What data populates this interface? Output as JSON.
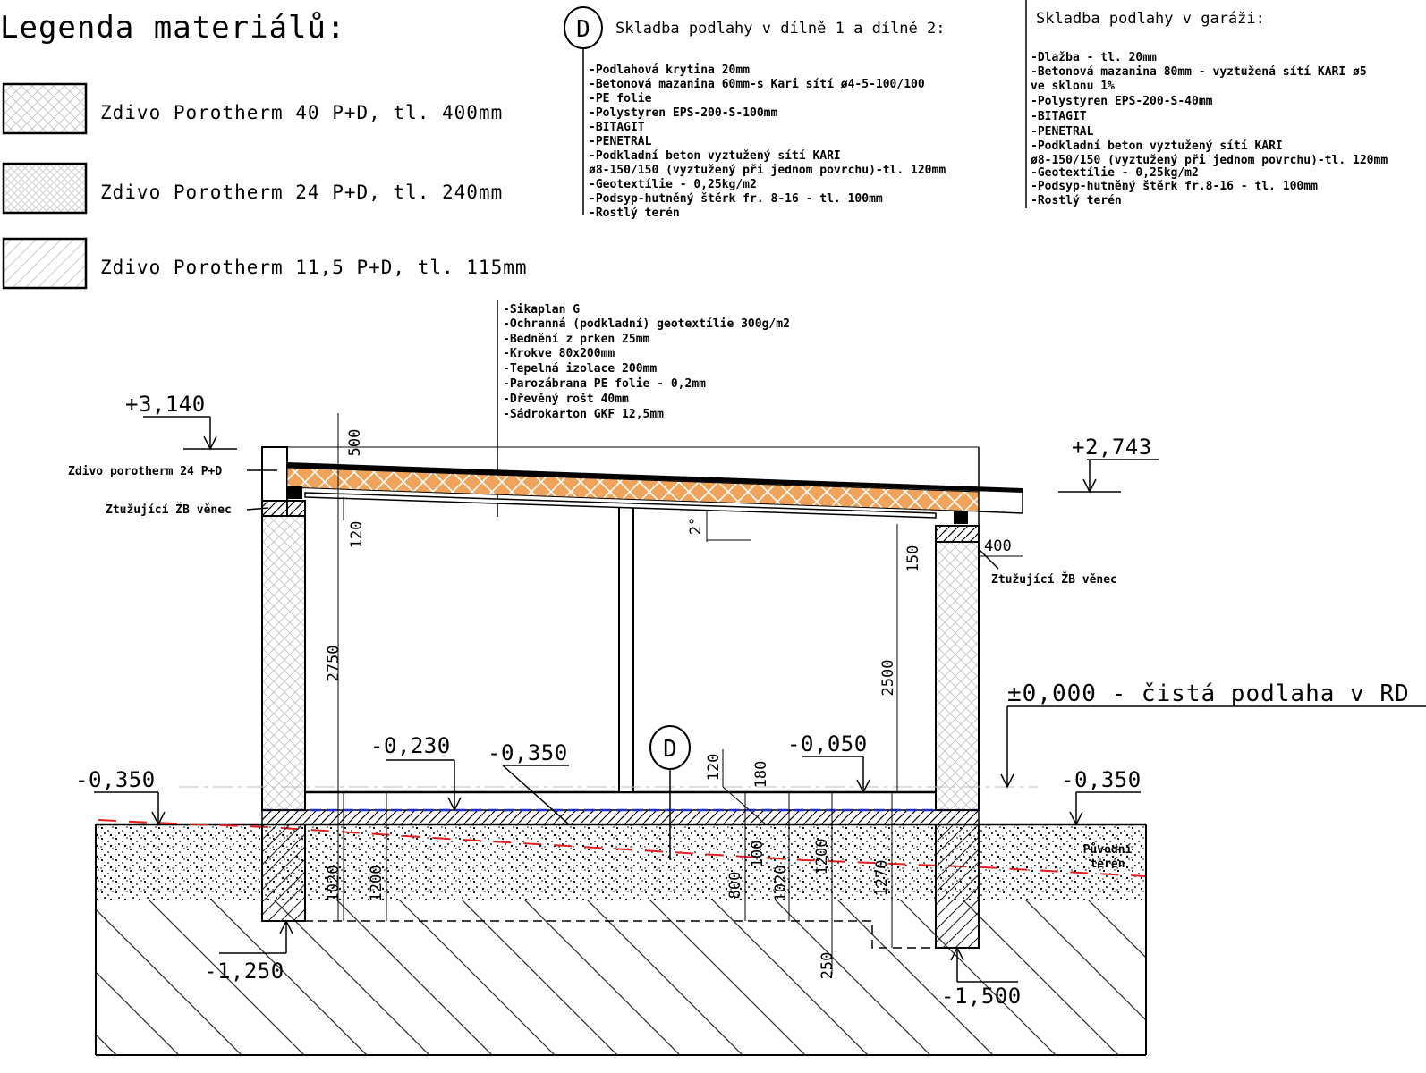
{
  "legend": {
    "title": "Legenda materiálů:",
    "items": [
      {
        "label": "Zdivo Porotherm 40 P+D, tl. 400mm"
      },
      {
        "label": "Zdivo Porotherm 24 P+D, tl. 240mm"
      },
      {
        "label": "Zdivo Porotherm 11,5 P+D, tl. 115mm"
      }
    ]
  },
  "floor_workshop": {
    "marker": "D",
    "title": "Skladba podlahy v dílně 1 a dílně 2:",
    "layers": [
      "-Podlahová krytina 20mm",
      "-Betonová mazanina 60mm-s Kari sítí ø4-5-100/100",
      "-PE folie",
      "-Polystyren EPS-200-S-100mm",
      "-BITAGIT",
      "-PENETRAL",
      "-Podkladní beton vyztužený sítí KARI",
      " ø8-150/150 (vyztužený při jednom povrchu)-tl. 120mm",
      "-Geotextílie - 0,25kg/m2",
      "-Podsyp-hutněný štěrk fr. 8-16 - tl. 100mm",
      "-Rostlý terén"
    ]
  },
  "floor_garage": {
    "title": "Skladba podlahy v garáži:",
    "layers": [
      "-Dlažba - tl. 20mm",
      "-Betonová mazanina 80mm - vyztužená sítí KARI ø5",
      " ve sklonu 1%",
      "-Polystyren EPS-200-S-40mm",
      "-BITAGIT",
      "-PENETRAL",
      "-Podkladní beton vyztužený sítí KARI",
      " ø8-150/150 (vyztužený při jednom povrchu)-tl. 120mm",
      "-Geotextílie - 0,25kg/m2",
      "-Podsyp-hutněný štěrk fr.8-16 - tl. 100mm",
      "-Rostlý terén"
    ]
  },
  "roof": {
    "layers": [
      "-Sikaplan G",
      "-Ochranná (podkladní) geotextílie 300g/m2",
      "-Bednění z prken 25mm",
      "-Krokve 80x200mm",
      "-Tepelná izolace 200mm",
      "-Parozábrana PE folie - 0,2mm",
      "-Dřevěný rošt 40mm",
      "-Sádrokarton GKF 12,5mm"
    ]
  },
  "labels": {
    "wall_left": "Zdivo porotherm 24 P+D",
    "ring_beam_left": "Ztužující ŽB věnec",
    "ring_beam_right": "Ztužující ŽB věnec",
    "clean_floor": "±0,000 - čistá podlaha v RD",
    "original_terrain": [
      "Původní",
      "terén"
    ],
    "section_marker": "D",
    "slope": "2°"
  },
  "elevations": {
    "top_left": "+3,140",
    "top_right": "+2,743",
    "ground_left": "-0,350",
    "ground_right": "-0,350",
    "floor_a": "-0,230",
    "floor_b": "-0,350",
    "floor_garage": "-0,050",
    "footing_left": "-1,250",
    "footing_right": "-1,500"
  },
  "dimensions": {
    "d500": "500",
    "d120_top": "120",
    "d2750": "2750",
    "d150": "150",
    "d2500": "2500",
    "d400": "400",
    "d120_floor": "120",
    "d180": "180",
    "d1020_left": "1020",
    "d1200_left": "1200",
    "d800": "800",
    "d100": "100",
    "d1020_mid": "1020",
    "d1200_mid": "1200",
    "d1270": "1270",
    "d250": "250"
  },
  "colors": {
    "insulation": "#f0a35a",
    "membrane": "#1f2fd0",
    "terrain_line": "#e02020",
    "terrain_text": "#e02020"
  }
}
